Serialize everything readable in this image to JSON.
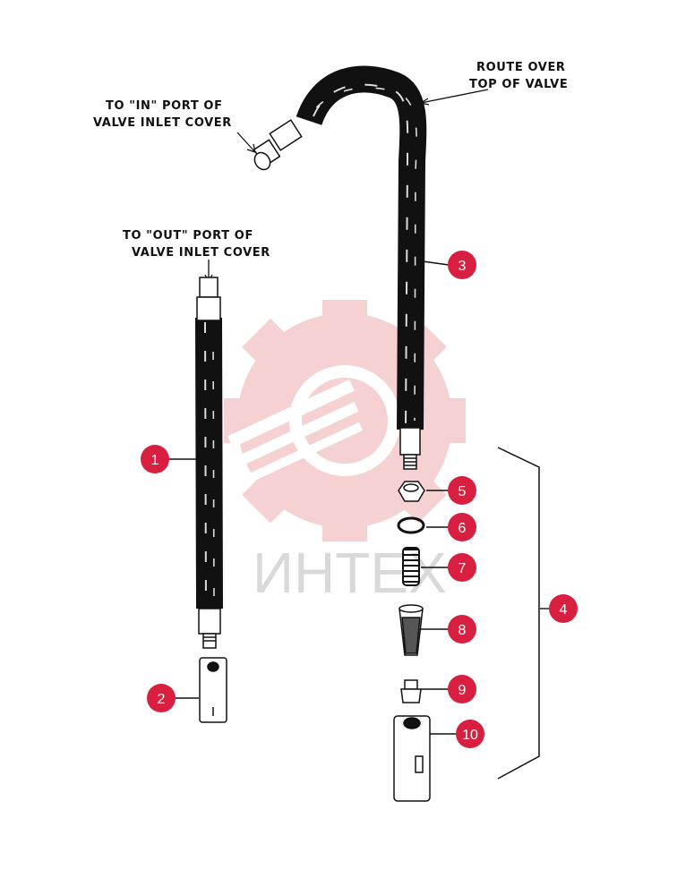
{
  "colors": {
    "callout": "#d81f3f",
    "line": "#111111",
    "hose": "#111111",
    "watermark_gear": "#f5c9c9",
    "watermark_text": "#d9d9d9"
  },
  "labels": {
    "in_port_line1": "TO \"IN\" PORT OF",
    "in_port_line2": "VALVE INLET COVER",
    "out_port_line1": "TO \"OUT\" PORT OF",
    "out_port_line2": "VALVE INLET COVER",
    "route_line1": "ROUTE OVER",
    "route_line2": "TOP OF VALVE"
  },
  "callouts": [
    "1",
    "2",
    "3",
    "4",
    "5",
    "6",
    "7",
    "8",
    "9",
    "10"
  ],
  "watermark": {
    "text": "ИНТЕХ",
    "icon": "gear-wrench-icon"
  }
}
